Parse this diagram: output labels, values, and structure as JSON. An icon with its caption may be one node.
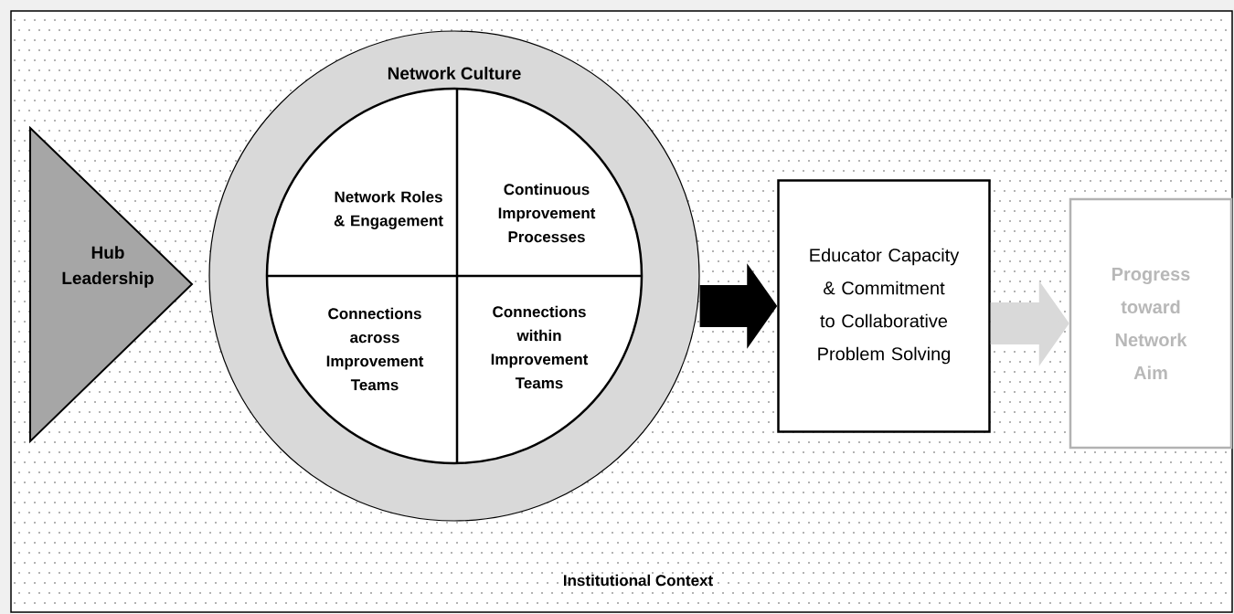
{
  "diagram": {
    "nodes": [
      {
        "text": [
          "Institutional Context"
        ]
      },
      {
        "text": [
          "Hub Leadership"
        ],
        "in": 0
      },
      {
        "text": [
          "Network Culture"
        ],
        "in": 0
      },
      {
        "text": [
          "Network Roles & Engagement"
        ],
        "in": 2
      },
      {
        "text": [
          "Continuous Improvement Processes"
        ],
        "in": 2
      },
      {
        "text": [
          "Connections across Improvement Teams"
        ],
        "in": 2
      },
      {
        "text": [
          "Connections within Improvement Teams"
        ],
        "in": 2
      },
      {
        "text": [
          "Educator Capacity & Commitment to Collaborative Problem Solving"
        ],
        "in": 0
      },
      {
        "text": [
          "Progress toward Network Aim"
        ],
        "in": 0
      }
    ],
    "edges": [
      {
        "from": 2,
        "to": 7,
        "arrow": "to",
        "color": "#000000"
      },
      {
        "from": 7,
        "to": 8,
        "arrow": "to",
        "color": "#d9d9d9"
      }
    ]
  }
}
